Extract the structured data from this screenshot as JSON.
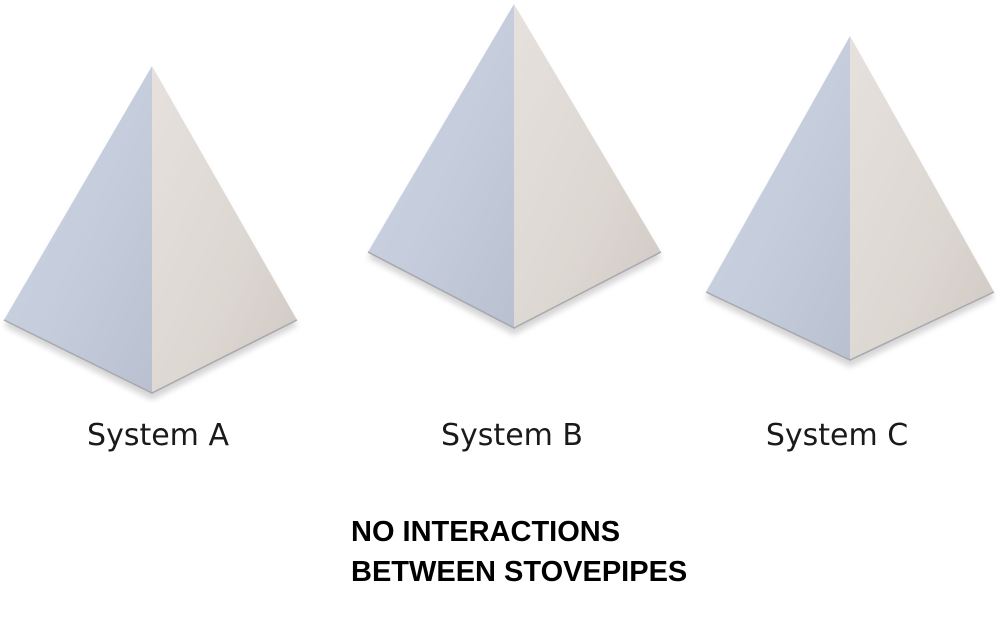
{
  "diagram": {
    "systems": [
      {
        "id": "a",
        "label": "System A"
      },
      {
        "id": "b",
        "label": "System B"
      },
      {
        "id": "c",
        "label": "System C"
      }
    ],
    "caption": {
      "line1": "NO INTERACTIONS",
      "line2": "BETWEEN STOVEPIPES"
    },
    "colors": {
      "left_face": "#c7cfdf",
      "right_face": "#e0dad6",
      "edge_shadow": "#9a9aa0",
      "text": "#1a1a1a"
    }
  }
}
